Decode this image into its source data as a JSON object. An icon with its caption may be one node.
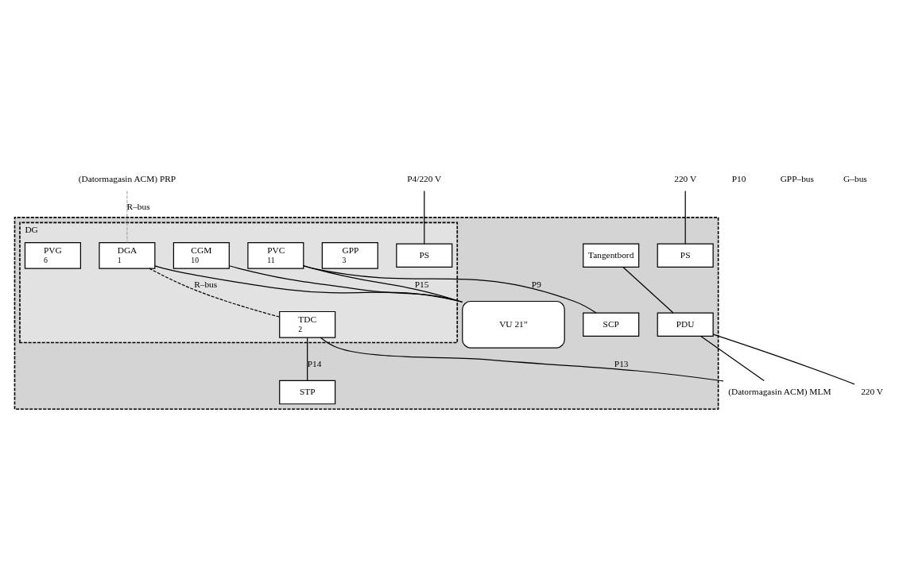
{
  "diagram": {
    "nodes": [
      {
        "text": [],
        "shape": "box"
      },
      {
        "text": [
          "DG"
        ],
        "in": 0
      },
      {
        "text": [
          "DGA",
          "1"
        ],
        "in": 1
      },
      {
        "text": [
          "GPP",
          "3"
        ],
        "in": 1
      },
      {
        "text": [
          "TDC",
          "2"
        ],
        "in": 1
      },
      {
        "text": [
          "PS"
        ],
        "in": 1
      },
      {
        "text": [
          "PVC",
          "11"
        ],
        "in": 1
      },
      {
        "text": [
          "CGM",
          "10"
        ],
        "in": 1
      },
      {
        "text": [
          "PVG",
          "6"
        ],
        "in": 1
      },
      {
        "text": [
          "PS"
        ],
        "in": 0
      },
      {
        "text": [
          "STP"
        ],
        "in": 0
      },
      {
        "text": [
          "VU 21”"
        ],
        "in": 0
      },
      {
        "text": [
          "SCP"
        ],
        "in": 0
      },
      {
        "text": [
          "Tangentbord"
        ],
        "in": 0
      },
      {
        "text": [
          "PDU"
        ],
        "in": 0
      },
      {
        "text": [
          "(Datormagasin ACM) PRP"
        ]
      },
      {
        "text": [
          "(Datormagasin ACM) MLM"
        ]
      },
      {
        "text": [
          "P4/220 V"
        ]
      },
      {
        "text": [
          "220 V"
        ]
      },
      {
        "text": [
          "220 V"
        ]
      }
    ],
    "edges": [
      {
        "from": 15,
        "to": 2,
        "arrow": "none",
        "label": "R–bus",
        "style": "dashed",
        "color": "#aaaaaa"
      },
      {
        "from": 2,
        "to": 4,
        "arrow": "none",
        "label": "R–bus",
        "style": "dashed"
      },
      {
        "from": 2,
        "to": 11,
        "arrow": "none"
      },
      {
        "from": 4,
        "to": 16,
        "arrow": "none",
        "label": "P13"
      },
      {
        "from": 16,
        "to": 14,
        "arrow": "none"
      },
      {
        "from": 4,
        "to": 10,
        "arrow": "none",
        "label": "P14"
      },
      {
        "from": 6,
        "to": 12,
        "arrow": "none",
        "label": "P9"
      },
      {
        "from": 6,
        "to": 11,
        "arrow": "none",
        "label": "P15"
      },
      {
        "from": 7,
        "to": 11,
        "arrow": "none"
      },
      {
        "from": 17,
        "to": 5,
        "arrow": "none"
      },
      {
        "from": 18,
        "to": 9,
        "arrow": "none"
      },
      {
        "from": 13,
        "to": 14,
        "arrow": "none"
      },
      {
        "from": 14,
        "to": 19,
        "arrow": "none"
      }
    ],
    "labels": [
      "P10",
      "GPP–bus",
      "G–bus"
    ]
  }
}
